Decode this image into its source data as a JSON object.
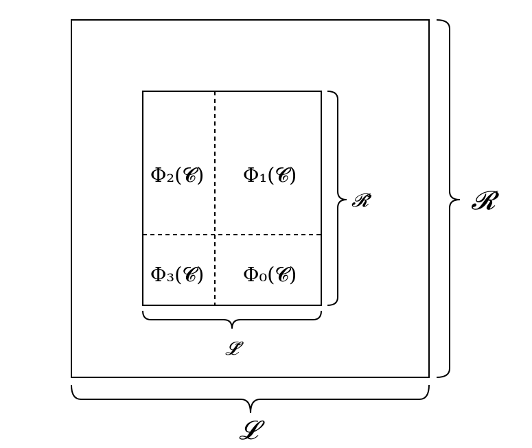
{
  "labels": {
    "outer_right": "𝓡",
    "outer_bottom": "𝓛",
    "inner_right": "𝓡̃",
    "inner_bottom": "𝓛̃"
  },
  "regions": {
    "top_left": "Φ₂(𝓒)",
    "top_right": "Φ₁(𝓒)",
    "bottom_left": "Φ₃(𝓒)",
    "bottom_right": "Φ₀(𝓒)"
  },
  "colors": {
    "stroke": "#000000",
    "background": "#ffffff"
  }
}
